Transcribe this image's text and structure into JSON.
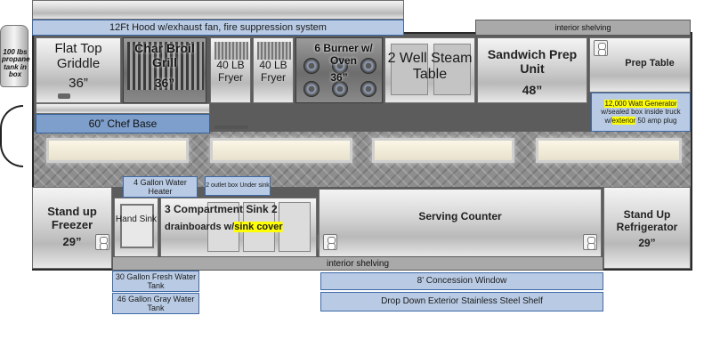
{
  "hood": {
    "label": "12Ft Hood w/exhaust fan, fire suppression system"
  },
  "propane": {
    "label": "100 lbs propane tank in box"
  },
  "equipment": {
    "flat_top": {
      "name": "Flat Top Griddle",
      "size": "36”"
    },
    "char_broil": {
      "name": "Char Broil Grill",
      "size": "36”"
    },
    "fryer_1": {
      "name": "40 LB Fryer"
    },
    "fryer_2": {
      "name": "40 LB Fryer"
    },
    "burner_oven": {
      "name": "6 Burner w/ Oven",
      "size": "36”"
    },
    "steam_table": {
      "name": "2 Well Steam Table"
    },
    "sandwich_prep": {
      "name": "Sandwich Prep Unit",
      "size": "48”"
    },
    "prep_table": {
      "name": "Prep Table"
    },
    "chef_base": {
      "name": "60” Chef Base"
    },
    "freezer": {
      "name": "Stand up Freezer",
      "size": "29”"
    },
    "hand_sink": {
      "name": "Hand Sink"
    },
    "compartment_sink": {
      "line1": "3 Compartment  Sink 2",
      "line2": "drainboards    w/",
      "highlight": "sink cover"
    },
    "serving_counter": {
      "name": "Serving Counter"
    },
    "refrigerator": {
      "name": "Stand Up Refrigerator",
      "size": "29”"
    }
  },
  "labels": {
    "interior_shelving_top": "interior shelving",
    "generator": {
      "amount": "12,000 Watt  Generator",
      "line2": "w/sealed box inside truck",
      "prefix": "w/",
      "highlight": "exterior",
      "suffix": " 50 amp plug"
    },
    "water_heater": "4 Gallon Water Heater",
    "outlet_box": "2 outlet box Under sink",
    "interior_shelving_bottom": "interior shelving",
    "fresh_water": "30 Gallon Fresh Water Tank",
    "gray_water": "46 Gallon Gray Water Tank",
    "concession_window": "8’ Concession Window",
    "drop_down_shelf": "Drop Down Exterior Stainless Steel Shelf"
  },
  "colors": {
    "blue_box": "#b9cbe4",
    "blue_bar": "#7e9fcb",
    "highlight": "#ffff00",
    "steel": "#c8c8c8"
  }
}
